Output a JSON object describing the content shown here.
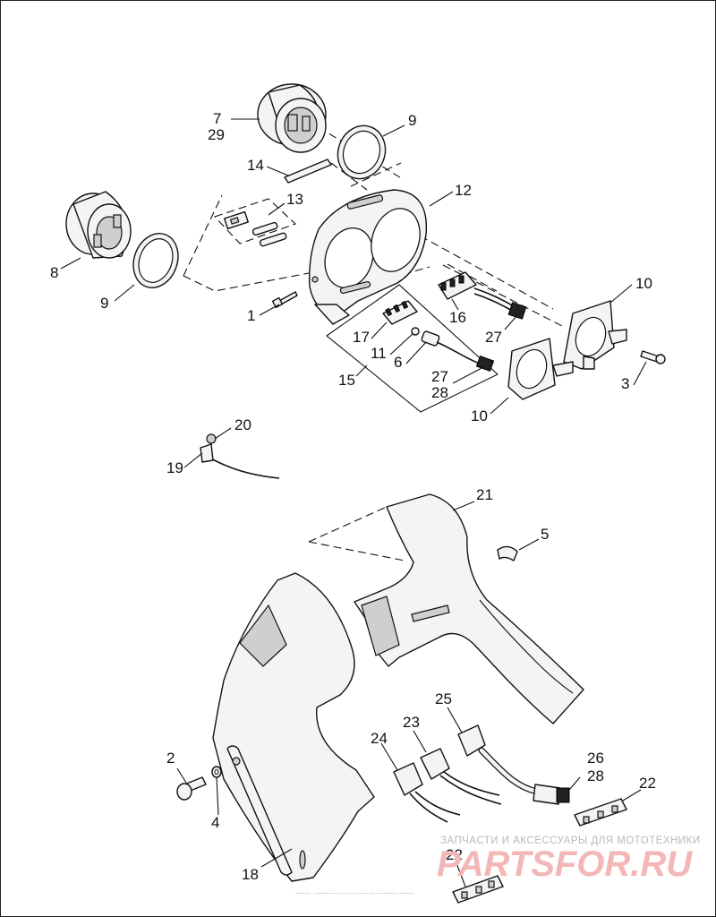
{
  "callouts": [
    {
      "id": "c1",
      "text": "1"
    },
    {
      "id": "c2a",
      "text": "2"
    },
    {
      "id": "c3",
      "text": "3"
    },
    {
      "id": "c4",
      "text": "4"
    },
    {
      "id": "c5",
      "text": "5"
    },
    {
      "id": "c6",
      "text": "6"
    },
    {
      "id": "c7",
      "text": "7"
    },
    {
      "id": "c8",
      "text": "8"
    },
    {
      "id": "c29a",
      "text": "29"
    },
    {
      "id": "c9a",
      "text": "9"
    },
    {
      "id": "c9b",
      "text": "9"
    },
    {
      "id": "c10a",
      "text": "10"
    },
    {
      "id": "c10b",
      "text": "10"
    },
    {
      "id": "c11",
      "text": "11"
    },
    {
      "id": "c12",
      "text": "12"
    },
    {
      "id": "c13",
      "text": "13"
    },
    {
      "id": "c14",
      "text": "14"
    },
    {
      "id": "c15",
      "text": "15"
    },
    {
      "id": "c16",
      "text": "16"
    },
    {
      "id": "c17",
      "text": "17"
    },
    {
      "id": "c18",
      "text": "18"
    },
    {
      "id": "c19",
      "text": "19"
    },
    {
      "id": "c20",
      "text": "20"
    },
    {
      "id": "c21",
      "text": "21"
    },
    {
      "id": "c22a",
      "text": "22"
    },
    {
      "id": "c22b",
      "text": "22"
    },
    {
      "id": "c23",
      "text": "23"
    },
    {
      "id": "c24",
      "text": "24"
    },
    {
      "id": "c25",
      "text": "25"
    },
    {
      "id": "c26",
      "text": "26"
    },
    {
      "id": "c27a",
      "text": "27"
    },
    {
      "id": "c27b",
      "text": "27"
    },
    {
      "id": "c28a",
      "text": "28"
    },
    {
      "id": "c28b",
      "text": "28"
    }
  ],
  "watermark": {
    "tagline": "ЗАПЧАСТИ И АКСЕССУАРЫ ДЛЯ МОТОТЕХНИКИ",
    "brand": "PARTSFOR.RU",
    "color": "#f3b7b7"
  },
  "footer": {
    "code": "─── ·──── ──·─·── ─·──── ───"
  }
}
